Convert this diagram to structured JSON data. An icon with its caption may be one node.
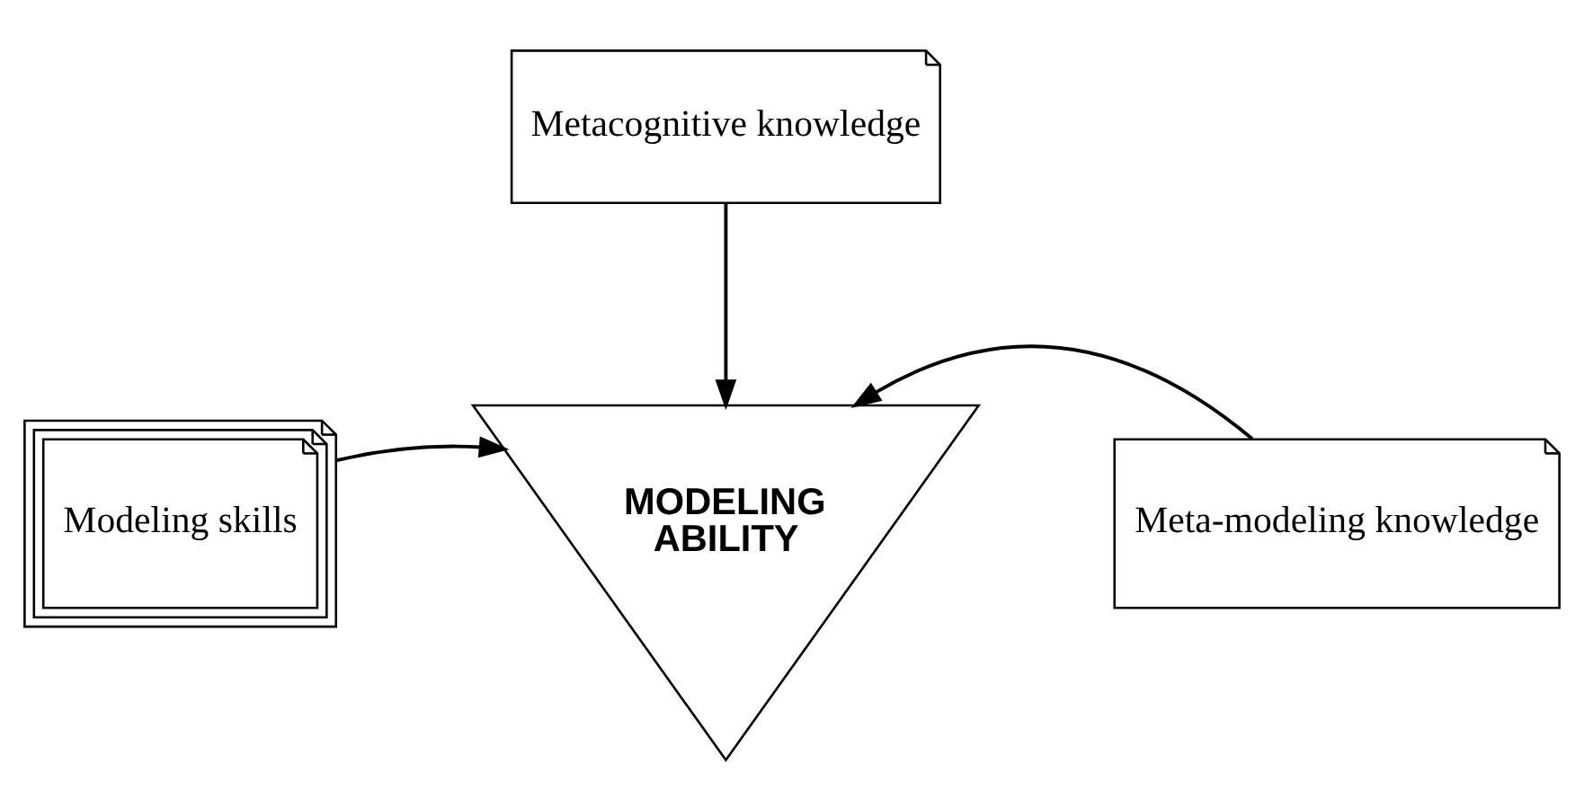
{
  "diagram": {
    "nodes": [
      {
        "text": [
          "Metacognitive knowledge"
        ]
      },
      {
        "text": [
          "MODELING ABILITY"
        ]
      },
      {
        "text": [
          "Modeling skills"
        ]
      },
      {
        "text": [
          "Meta-modeling knowledge"
        ]
      }
    ],
    "edges": [
      {
        "from": 0,
        "to": 1,
        "arrow": "to"
      },
      {
        "from": 2,
        "to": 1,
        "arrow": "to"
      },
      {
        "from": 3,
        "to": 1,
        "arrow": "to"
      }
    ]
  }
}
